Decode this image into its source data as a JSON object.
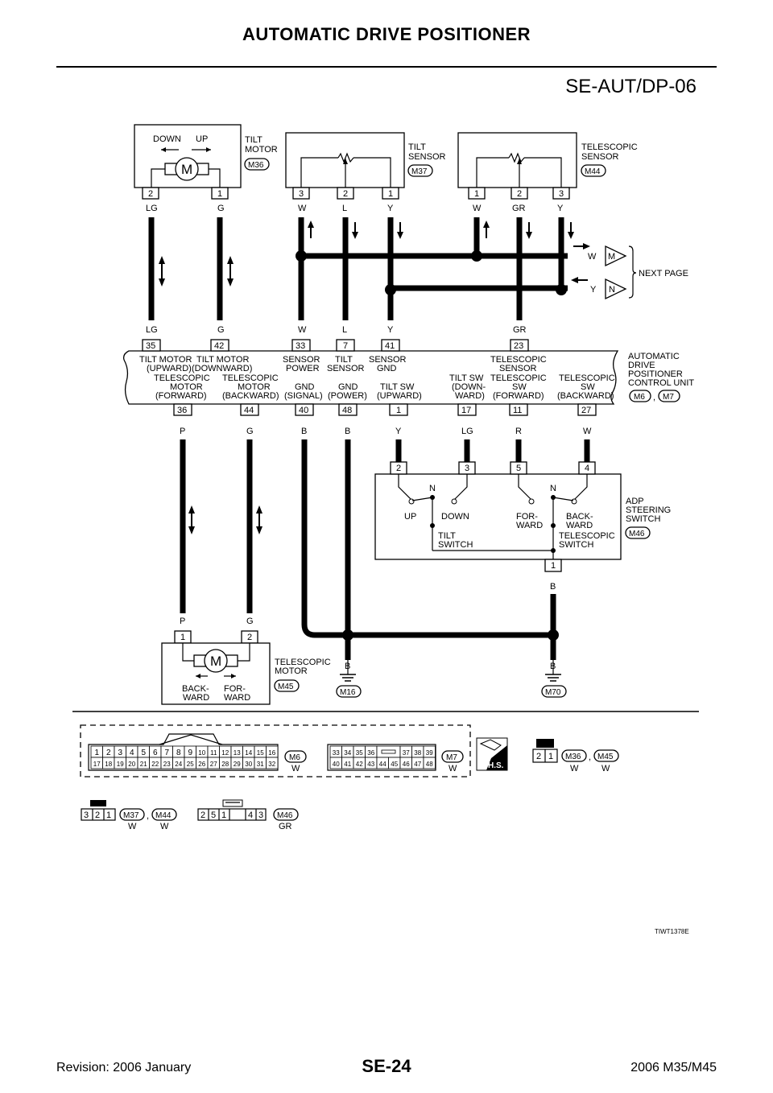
{
  "header": {
    "title": "AUTOMATIC DRIVE POSITIONER",
    "code": "SE-AUT/DP-06"
  },
  "footer": {
    "revision": "Revision: 2006 January",
    "page": "SE-24",
    "model": "2006 M35/M45"
  },
  "tilt_motor": {
    "label1": "TILT",
    "label2": "MOTOR",
    "connector": "M36",
    "down": "DOWN",
    "up": "UP",
    "motor": "M",
    "pins": [
      "2",
      "1"
    ],
    "colors": [
      "LG",
      "G"
    ]
  },
  "tilt_sensor": {
    "label1": "TILT",
    "label2": "SENSOR",
    "connector": "M37",
    "pins": [
      "3",
      "2",
      "1"
    ],
    "colors": [
      "W",
      "L",
      "Y"
    ]
  },
  "telescopic_sensor": {
    "label1": "TELESCOPIC",
    "label2": "SENSOR",
    "connector": "M44",
    "pins": [
      "1",
      "2",
      "3"
    ],
    "colors": [
      "W",
      "GR",
      "Y"
    ]
  },
  "next_page": {
    "label": "NEXT PAGE",
    "w_color": "W",
    "w_tag": "M",
    "y_color": "Y",
    "y_tag": "N"
  },
  "control_unit": {
    "label1": "AUTOMATIC",
    "label2": "DRIVE",
    "label3": "POSITIONER",
    "label4": "CONTROL UNIT",
    "connector_a": "M6",
    "connector_b": "M7",
    "sep": ",",
    "top_pins": [
      "35",
      "42",
      "33",
      "7",
      "41",
      "23"
    ],
    "top_colors": [
      "LG",
      "G",
      "W",
      "L",
      "Y",
      "GR"
    ],
    "bottom_pins": [
      "36",
      "44",
      "40",
      "48",
      "1",
      "17",
      "11",
      "27"
    ],
    "bottom_colors": [
      "P",
      "G",
      "B",
      "B",
      "Y",
      "LG",
      "R",
      "W"
    ],
    "fn": {
      "tm_up_1": "TILT MOTOR",
      "tm_up_2": "(UPWARD)",
      "tm_dn_1": "TILT MOTOR",
      "tm_dn_2": "(DOWNWARD)",
      "sp_1": "SENSOR",
      "sp_2": "POWER",
      "ts_1": "TILT",
      "ts_2": "SENSOR",
      "sg_1": "SENSOR",
      "sg_2": "GND",
      "tcs_1": "TELESCOPIC",
      "tcs_2": "SENSOR",
      "tmf_1": "TELESCOPIC",
      "tmf_2": "MOTOR",
      "tmf_3": "(FORWARD)",
      "tmb_1": "TELESCOPIC",
      "tmb_2": "MOTOR",
      "tmb_3": "(BACKWARD)",
      "gs_1": "GND",
      "gs_2": "(SIGNAL)",
      "gp_1": "GND",
      "gp_2": "(POWER)",
      "tsu_1": "TILT SW",
      "tsu_2": "(UPWARD)",
      "tsd_1": "TILT SW",
      "tsd_2": "(DOWN-",
      "tsd_3": "WARD)",
      "tswf_1": "TELESCOPIC",
      "tswf_2": "SW",
      "tswf_3": "(FORWARD)",
      "tswb_1": "TELESCOPIC",
      "tswb_2": "SW",
      "tswb_3": "(BACKWARD)"
    }
  },
  "steering_switch": {
    "label1": "ADP",
    "label2": "STEERING",
    "label3": "SWITCH",
    "connector": "M46",
    "pins": [
      "2",
      "3",
      "5",
      "4"
    ],
    "ground_pin": "1",
    "ground_color": "B",
    "n": "N",
    "up": "UP",
    "down": "DOWN",
    "forward_1": "FOR-",
    "forward_2": "WARD",
    "backward_1": "BACK-",
    "backward_2": "WARD",
    "tilt_1": "TILT",
    "tilt_2": "SWITCH",
    "tele_1": "TELESCOPIC",
    "tele_2": "SWITCH"
  },
  "telescopic_motor": {
    "label1": "TELESCOPIC",
    "label2": "MOTOR",
    "connector": "M45",
    "motor": "M",
    "pins": [
      "1",
      "2"
    ],
    "colors": [
      "P",
      "G"
    ],
    "back_1": "BACK-",
    "back_2": "WARD",
    "fwd_1": "FOR-",
    "fwd_2": "WARD"
  },
  "grounds": {
    "m16": "M16",
    "m70": "M70",
    "color": "B"
  },
  "connector_views": {
    "m6_pins_top": [
      "1",
      "2",
      "3",
      "4",
      "5",
      "6",
      "7",
      "8",
      "9",
      "10",
      "11",
      "12",
      "13",
      "14",
      "15",
      "16"
    ],
    "m6_pins_bottom": [
      "17",
      "18",
      "19",
      "20",
      "21",
      "22",
      "23",
      "24",
      "25",
      "26",
      "27",
      "28",
      "29",
      "30",
      "31",
      "32"
    ],
    "m6": "M6",
    "m6_color": "W",
    "m7_pins_top": [
      "33",
      "34",
      "35",
      "36",
      "37",
      "38",
      "39"
    ],
    "m7_pins_bottom": [
      "40",
      "41",
      "42",
      "43",
      "44",
      "45",
      "46",
      "47",
      "48"
    ],
    "m7": "M7",
    "m7_color": "W",
    "hs": "H.S.",
    "m36_pins": [
      "2",
      "1"
    ],
    "m36": "M36",
    "m45": "M45",
    "m36_color": "W",
    "m45_color": "W",
    "m37_pins": [
      "3",
      "2",
      "1"
    ],
    "m37": "M37",
    "m44": "M44",
    "m37_color": "W",
    "m44_color": "W",
    "m46_pins": [
      "2",
      "5",
      "1",
      "4",
      "3"
    ],
    "m46": "M46",
    "m46_color": "GR",
    "sep": ","
  },
  "figure_id": "TIWT1378E"
}
